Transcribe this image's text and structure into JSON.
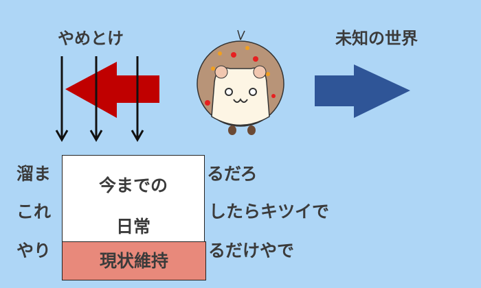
{
  "left_label": "やめとけ",
  "right_label": "未知の世界",
  "lines": [
    {
      "start": "溜ま",
      "end": "るだろ"
    },
    {
      "start": "これ",
      "end": "したらキツイで"
    },
    {
      "start": "やり",
      "end": "るだけやで"
    }
  ],
  "box": {
    "line1": "今までの",
    "line2": "日常",
    "footer": "現状維持"
  },
  "colors": {
    "background": "#aed6f6",
    "red_arrow": "#c00000",
    "blue_arrow": "#2f5597",
    "box_footer": "#e8897b"
  }
}
